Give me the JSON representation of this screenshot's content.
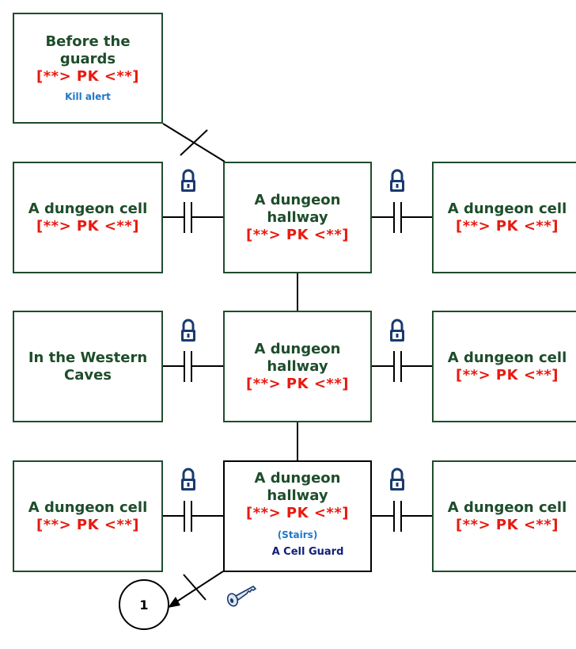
{
  "colors": {
    "room_border": "#1e4d2b",
    "room_name": "#1e4d2b",
    "pk_flag": "#e8190f",
    "note": "#1f78c8",
    "lock": "#1a3a6e",
    "mob": "#10207a"
  },
  "rooms": {
    "before_guards": {
      "name": "Before the guards",
      "flag": "[**> PK <**]",
      "note": "Kill alert"
    },
    "cell_w1": {
      "name": "A dungeon cell",
      "flag": "[**> PK <**]"
    },
    "hall_1": {
      "name": "A dungeon hallway",
      "flag": "[**> PK <**]"
    },
    "cell_e1": {
      "name": "A dungeon cell",
      "flag": "[**> PK <**]"
    },
    "western_caves": {
      "name": "In the Western Caves"
    },
    "hall_2": {
      "name": "A dungeon hallway",
      "flag": "[**> PK <**]"
    },
    "cell_e2": {
      "name": "A dungeon cell",
      "flag": "[**> PK <**]"
    },
    "cell_w3": {
      "name": "A dungeon cell",
      "flag": "[**> PK <**]"
    },
    "hall_3": {
      "name": "A dungeon hallway",
      "flag": "[**> PK <**]",
      "note": "(Stairs)",
      "mob": "A Cell Guard",
      "icon": "key-icon"
    },
    "cell_e3": {
      "name": "A dungeon cell",
      "flag": "[**> PK <**]"
    }
  },
  "doors": {
    "icon": "padlock-icon",
    "count": 6
  },
  "exit_marker": {
    "label": "1"
  }
}
